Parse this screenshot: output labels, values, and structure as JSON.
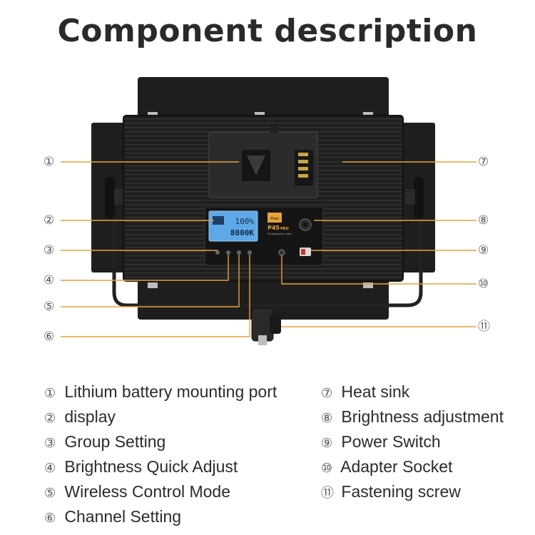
{
  "title": "Component description",
  "device": {
    "lcd_line1": "100%",
    "lcd_line2": "8000K",
    "brand_badge": "Pixel",
    "model": "P45",
    "model_suffix": "PRO",
    "model_subtitle": "Photographic Light"
  },
  "callout_numbers": [
    "①",
    "②",
    "③",
    "④",
    "⑤",
    "⑥",
    "⑦",
    "⑧",
    "⑨",
    "⑩",
    "⑪"
  ],
  "legend": [
    {
      "num": "①",
      "label": "Lithium battery mounting port"
    },
    {
      "num": "②",
      "label": "display"
    },
    {
      "num": "③",
      "label": "Group Setting"
    },
    {
      "num": "④",
      "label": "Brightness Quick Adjust"
    },
    {
      "num": "⑤",
      "label": "Wireless Control Mode"
    },
    {
      "num": "⑥",
      "label": "Channel Setting"
    },
    {
      "num": "⑦",
      "label": "Heat sink"
    },
    {
      "num": "⑧",
      "label": "Brightness adjustment"
    },
    {
      "num": "⑨",
      "label": "Power Switch"
    },
    {
      "num": "⑩",
      "label": "Adapter Socket"
    },
    {
      "num": "⑪",
      "label": "Fastening screw"
    }
  ],
  "colors": {
    "leader_line": "#e8a23a",
    "panel": "#1c1c1c",
    "panel_fin": "#2c2c2c",
    "lcd": "#5fa8e8"
  }
}
